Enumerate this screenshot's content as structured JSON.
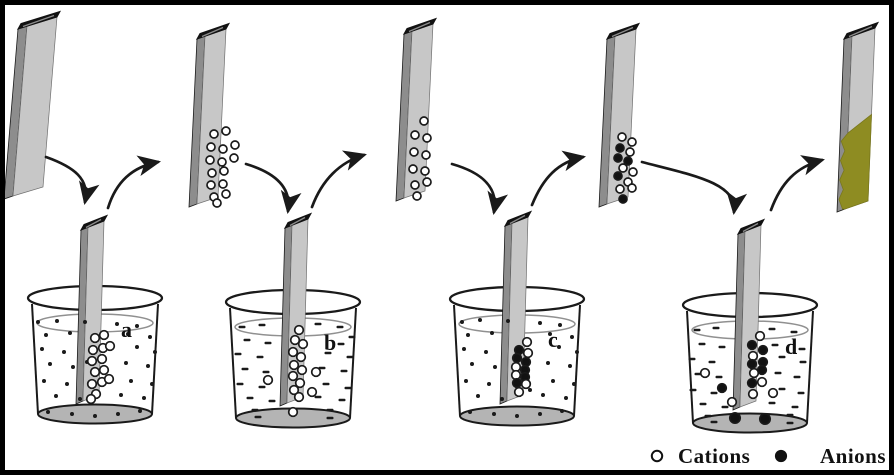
{
  "figure": {
    "kind": "layer-by-layer-deposition-process-diagram",
    "stage_count": 4
  },
  "beakers": [
    {
      "label": "a",
      "solution_pattern": "dots"
    },
    {
      "label": "b",
      "solution_pattern": "dashes"
    },
    {
      "label": "c",
      "solution_pattern": "dots"
    },
    {
      "label": "d",
      "solution_pattern": "dashes"
    }
  ],
  "legend": {
    "cations_label": "Cations",
    "anions_label": "Anions",
    "cation_symbol": "open-circle",
    "anion_symbol": "filled-circle"
  },
  "colors": {
    "background": "#ffffff",
    "border": "#000000",
    "ink": "#1a1a1a",
    "substrate_face": "#c7c7c7",
    "substrate_edge": "#8d8d8d",
    "substrate_cap": "#121212",
    "cap_streak": "#9a9a9a",
    "beaker_bottom": "#b4b4b4",
    "water_line": "#909090",
    "coating_olive": "#8e8c22",
    "cation_fill": "#ffffff",
    "anion_fill": "#121212"
  }
}
